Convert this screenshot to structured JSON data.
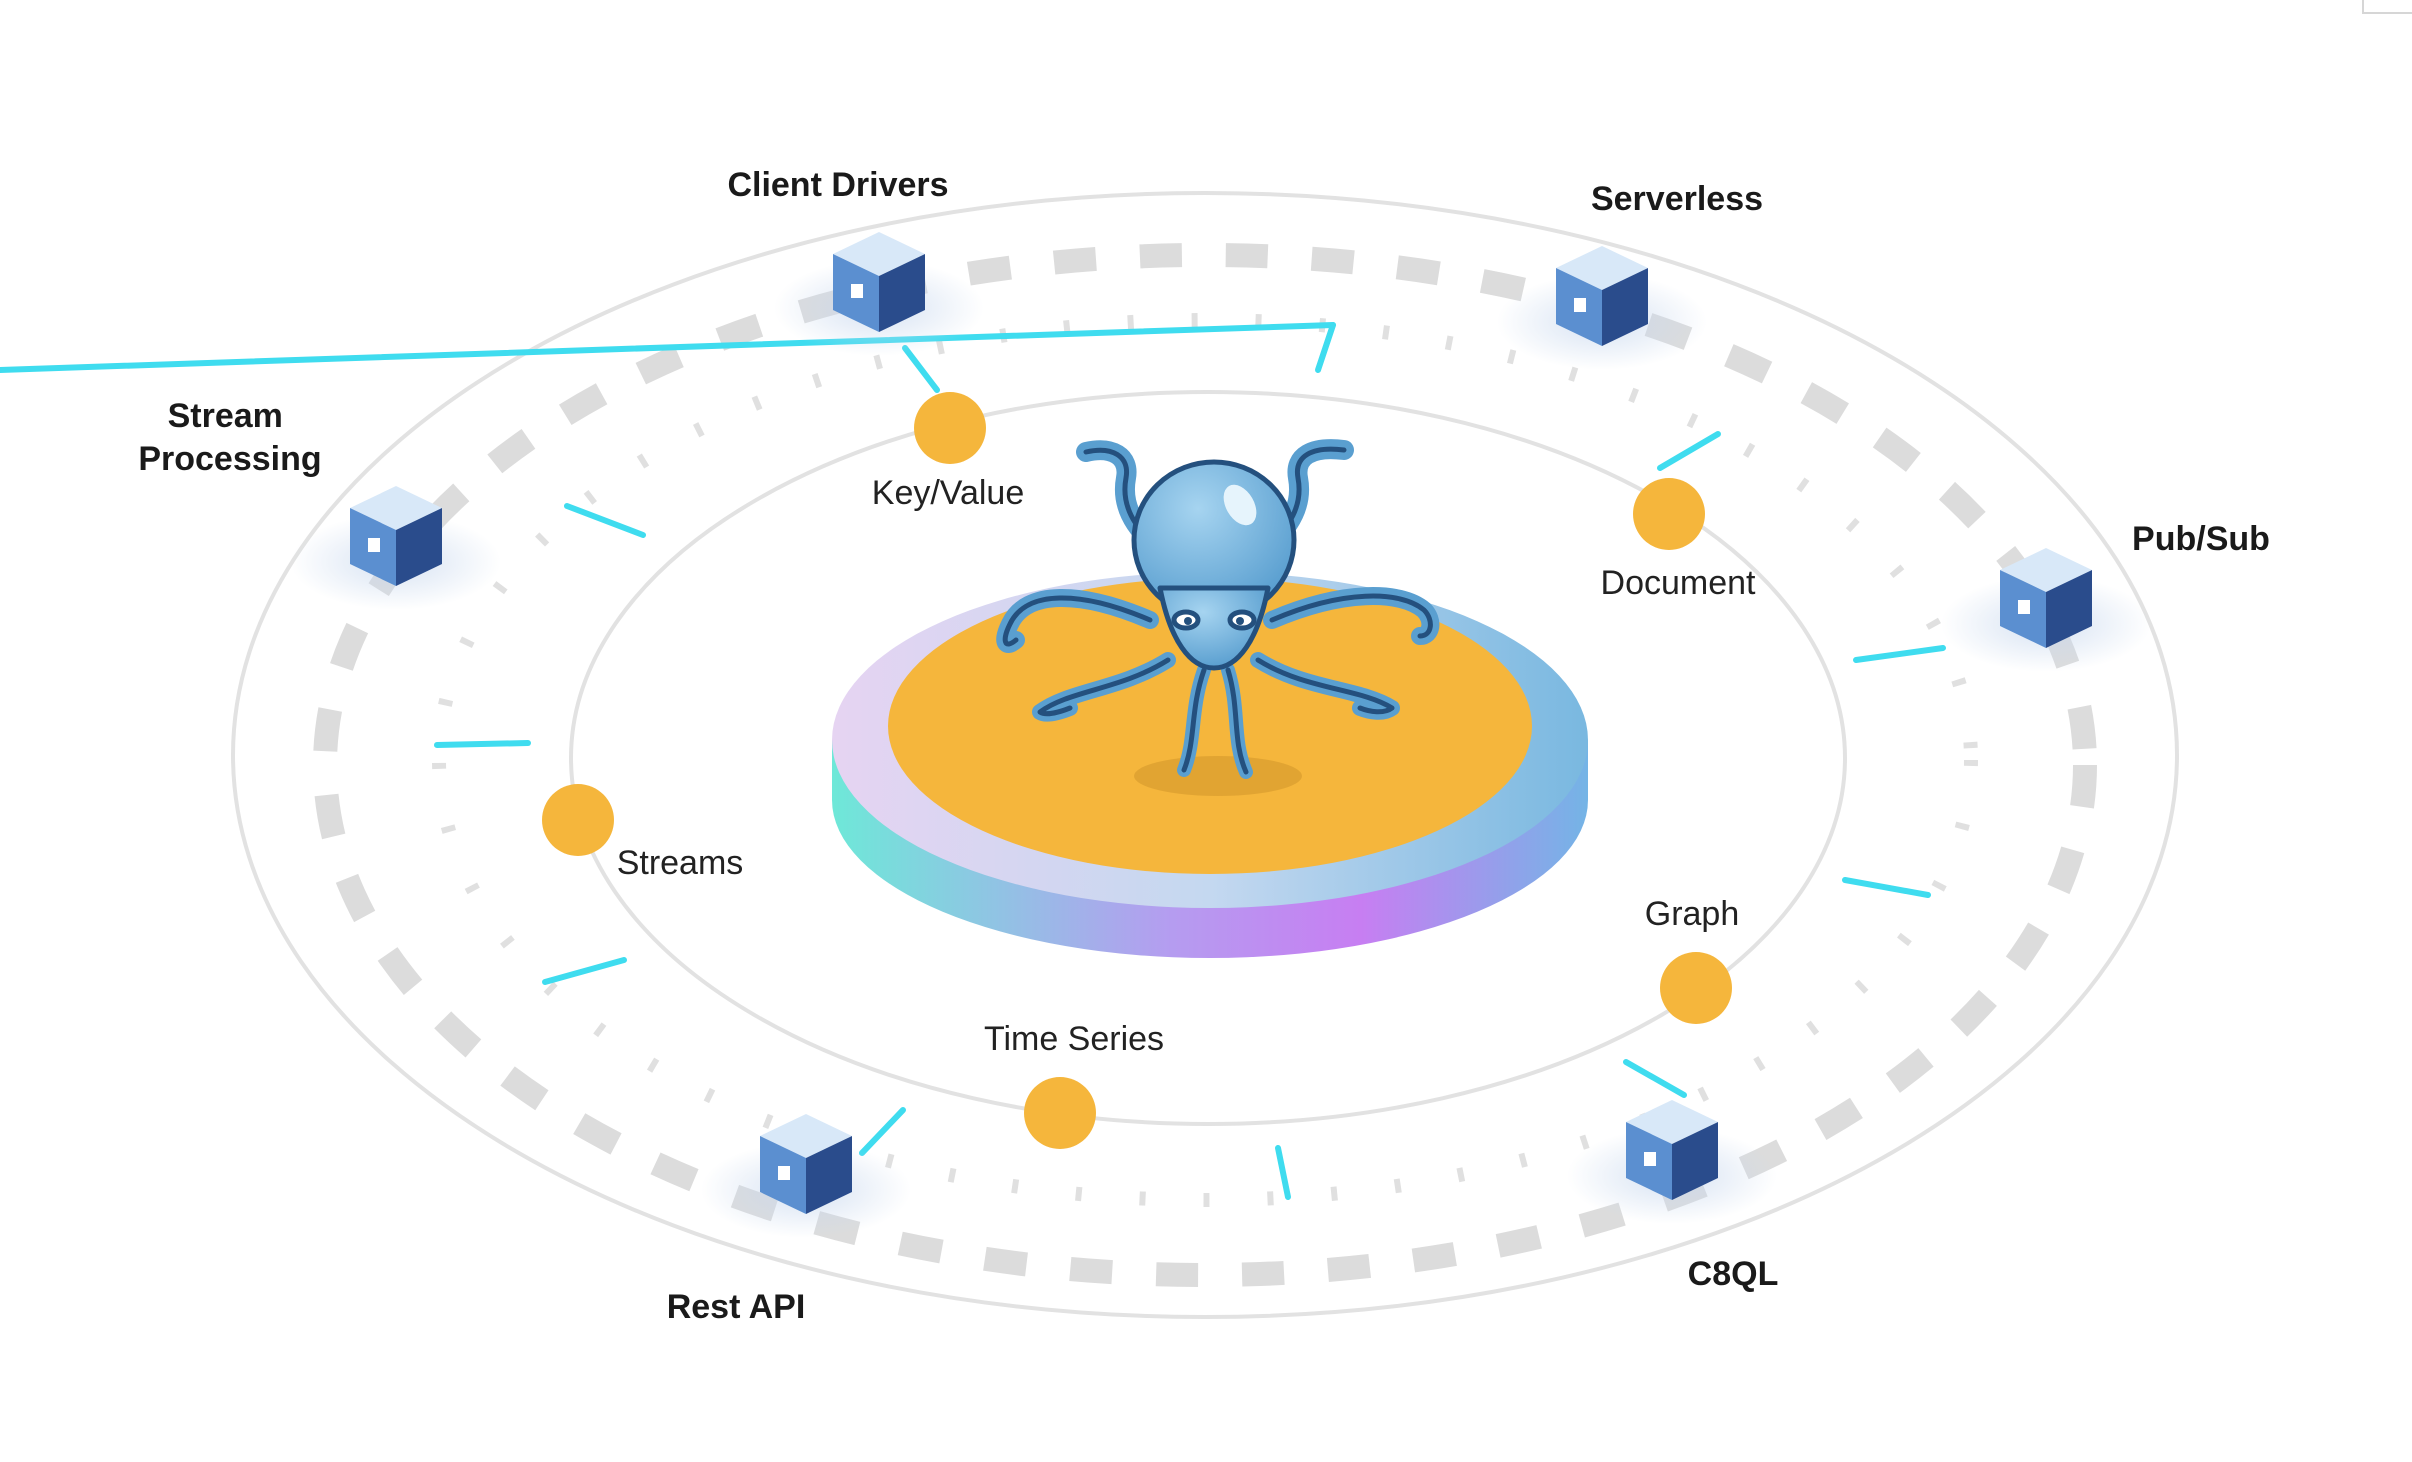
{
  "outer_services": [
    {
      "label_lines": [
        "Client Drivers"
      ],
      "icon": "cube-icon"
    },
    {
      "label_lines": [
        "Serverless"
      ],
      "icon": "cube-icon"
    },
    {
      "label_lines": [
        "Pub/Sub"
      ],
      "icon": "cube-icon"
    },
    {
      "label_lines": [
        "C8QL"
      ],
      "icon": "cube-icon"
    },
    {
      "label_lines": [
        "Rest API"
      ],
      "icon": "cube-icon"
    },
    {
      "label_lines": [
        "Stream",
        "Processing"
      ],
      "icon": "cube-icon"
    }
  ],
  "data_models": [
    {
      "label": "Key/Value"
    },
    {
      "label": "Document"
    },
    {
      "label": "Graph"
    },
    {
      "label": "Time Series"
    },
    {
      "label": "Streams"
    }
  ],
  "center": {
    "icon": "octopus-icon"
  },
  "colors": {
    "ring": "#e2e2e2",
    "dash": "#dcdcdc",
    "accent_tick": "#3fdcef",
    "node": "#f5b63c",
    "platform_top": "#f5b63c",
    "cube_top": "#d8e8f8",
    "cube_left": "#5b8fd0",
    "cube_right": "#2a4c8c",
    "octopus": "#6fb2de",
    "octopus_outline": "#24507e"
  }
}
